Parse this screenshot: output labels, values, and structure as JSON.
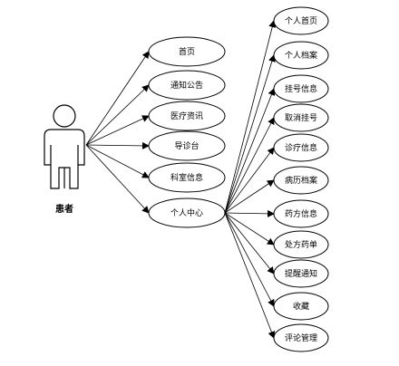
{
  "actor": {
    "label": "患者",
    "icon": "stick-figure-actor-icon"
  },
  "use_cases": [
    {
      "id": "home",
      "label": "首页"
    },
    {
      "id": "notice",
      "label": "通知公告"
    },
    {
      "id": "news",
      "label": "医疗资讯"
    },
    {
      "id": "triage",
      "label": "导诊台"
    },
    {
      "id": "dept",
      "label": "科室信息"
    },
    {
      "id": "center",
      "label": "个人中心"
    }
  ],
  "sub_cases": [
    {
      "id": "my-home",
      "label": "个人首页"
    },
    {
      "id": "profile",
      "label": "个人档案"
    },
    {
      "id": "registration",
      "label": "挂号信息"
    },
    {
      "id": "cancel",
      "label": "取消挂号"
    },
    {
      "id": "diagnosis",
      "label": "诊疗信息"
    },
    {
      "id": "record",
      "label": "病历档案"
    },
    {
      "id": "medicine",
      "label": "药方信息"
    },
    {
      "id": "prescription",
      "label": "处方药单"
    },
    {
      "id": "reminder",
      "label": "提醒通知"
    },
    {
      "id": "favorite",
      "label": "收藏"
    },
    {
      "id": "comment",
      "label": "评论管理"
    }
  ]
}
